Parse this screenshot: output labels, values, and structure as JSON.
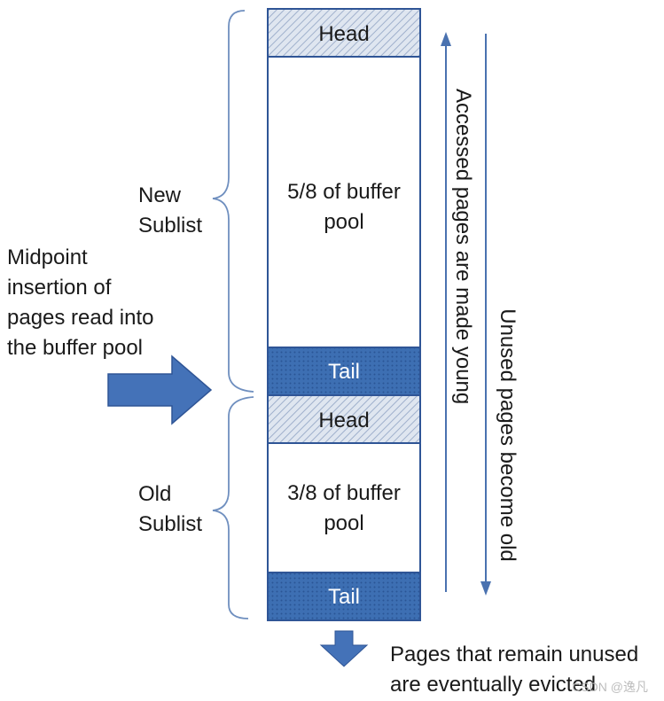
{
  "segments": {
    "new_head": "Head",
    "new_body_line1": "5/8 of buffer",
    "new_body_line2": "pool",
    "new_tail": "Tail",
    "old_head": "Head",
    "old_body_line1": "3/8 of buffer",
    "old_body_line2": "pool",
    "old_tail": "Tail"
  },
  "labels": {
    "new_sublist": [
      "New",
      "Sublist"
    ],
    "old_sublist": [
      "Old",
      "Sublist"
    ],
    "midpoint": [
      "Midpoint",
      "insertion of",
      "pages read into",
      "the buffer pool"
    ],
    "accessed": "Accessed pages are made young",
    "unused_old": "Unused pages become old",
    "evicted": [
      "Pages that remain unused",
      "are eventually evicted"
    ]
  },
  "watermark": "CSDN @逸凡"
}
